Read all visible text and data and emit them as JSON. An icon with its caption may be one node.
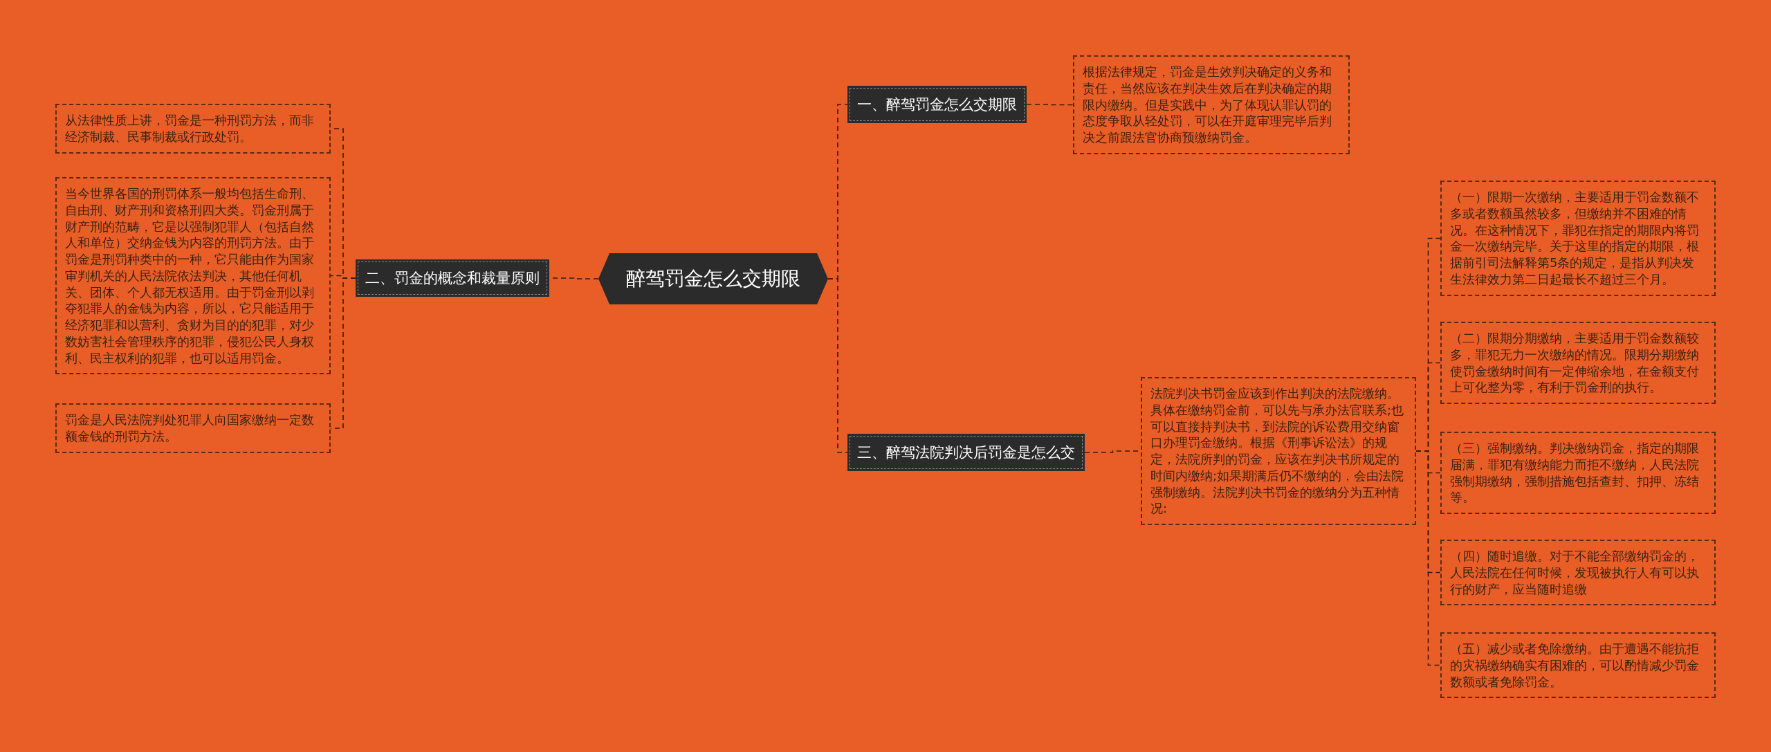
{
  "diagram": {
    "nodes": [
      {
        "text": [
          "醉驾罚金怎么交期限"
        ]
      },
      {
        "text": [
          "一、醉驾罚金怎么交期限"
        ]
      },
      {
        "text": [
          "根据法律规定，罚金是生效判决确定的义务和责任，当然应该在判决生效后在判决确定的期限内缴纳。但是实践中，为了体现认罪认罚的态度争取从轻处罚，可以在开庭审理完毕后判决之前跟法官协商预缴纳罚金。"
        ]
      },
      {
        "text": [
          "二、罚金的概念和裁量原则"
        ]
      },
      {
        "text": [
          "从法律性质上讲，罚金是一种刑罚方法，而非经济制裁、民事制裁或行政处罚。"
        ]
      },
      {
        "text": [
          "当今世界各国的刑罚体系一般均包括生命刑、自由刑、财产刑和资格刑四大类。罚金刑属于财产刑的范畴，它是以强制犯罪人（包括自然人和单位）交纳金钱为内容的刑罚方法。由于罚金是刑罚种类中的一种，它只能由作为国家审判机关的人民法院依法判决，其他任何机关、团体、个人都无权适用。由于罚金刑以剥夺犯罪人的金钱为内容，所以，它只能适用于经济犯罪和以营利、贪财为目的的犯罪，对少数妨害社会管理秩序的犯罪，侵犯公民人身权利、民主权利的犯罪，也可以适用罚金。"
        ]
      },
      {
        "text": [
          "罚金是人民法院判处犯罪人向国家缴纳一定数额金钱的刑罚方法。"
        ]
      },
      {
        "text": [
          "三、醉驾法院判决后罚金是怎么交"
        ]
      },
      {
        "text": [
          "法院判决书罚金应该到作出判决的法院缴纳。具体在缴纳罚金前，可以先与承办法官联系;也可以直接持判决书，到法院的诉讼费用交纳窗口办理罚金缴纳。根据《刑事诉讼法》的规定，法院所判的罚金，应该在判决书所规定的时间内缴纳;如果期满后仍不缴纳的，会由法院强制缴纳。法院判决书罚金的缴纳分为五种情况:"
        ]
      },
      {
        "text": [
          "（一）限期一次缴纳，主要适用于罚金数额不多或者数额虽然较多，但缴纳并不困难的情况。在这种情况下，罪犯在指定的期限内将罚金一次缴纳完毕。关于这里的指定的期限，根据前引司法解释第5条的规定，是指从判决发生法律效力第二日起最长不超过三个月。"
        ]
      },
      {
        "text": [
          "（二）限期分期缴纳，主要适用于罚金数额较多，罪犯无力一次缴纳的情况。限期分期缴纳使罚金缴纳时间有一定伸缩余地，在金额支付上可化整为零，有利于罚金刑的执行。"
        ]
      },
      {
        "text": [
          "（三）强制缴纳。判决缴纳罚金，指定的期限届满，罪犯有缴纳能力而拒不缴纳，人民法院强制期缴纳，强制措施包括查封、扣押、冻结等。"
        ]
      },
      {
        "text": [
          "（四）随时追缴。对于不能全部缴纳罚金的，人民法院在任何时候，发现被执行人有可以执行的财产，应当随时追缴"
        ]
      },
      {
        "text": [
          "（五）减少或者免除缴纳。由于遭遇不能抗拒的灾祸缴纳确实有困难的，可以酌情减少罚金数额或者免除罚金。"
        ]
      }
    ],
    "edges": [
      {
        "from": 0,
        "to": 1,
        "arrow": "none"
      },
      {
        "from": 0,
        "to": 3,
        "arrow": "none"
      },
      {
        "from": 0,
        "to": 7,
        "arrow": "none"
      },
      {
        "from": 1,
        "to": 2,
        "arrow": "none"
      },
      {
        "from": 3,
        "to": 4,
        "arrow": "none"
      },
      {
        "from": 3,
        "to": 5,
        "arrow": "none"
      },
      {
        "from": 3,
        "to": 6,
        "arrow": "none"
      },
      {
        "from": 7,
        "to": 8,
        "arrow": "none"
      },
      {
        "from": 8,
        "to": 9,
        "arrow": "none"
      },
      {
        "from": 8,
        "to": 10,
        "arrow": "none"
      },
      {
        "from": 8,
        "to": 11,
        "arrow": "none"
      },
      {
        "from": 8,
        "to": 12,
        "arrow": "none"
      },
      {
        "from": 8,
        "to": 13,
        "arrow": "none"
      }
    ]
  }
}
